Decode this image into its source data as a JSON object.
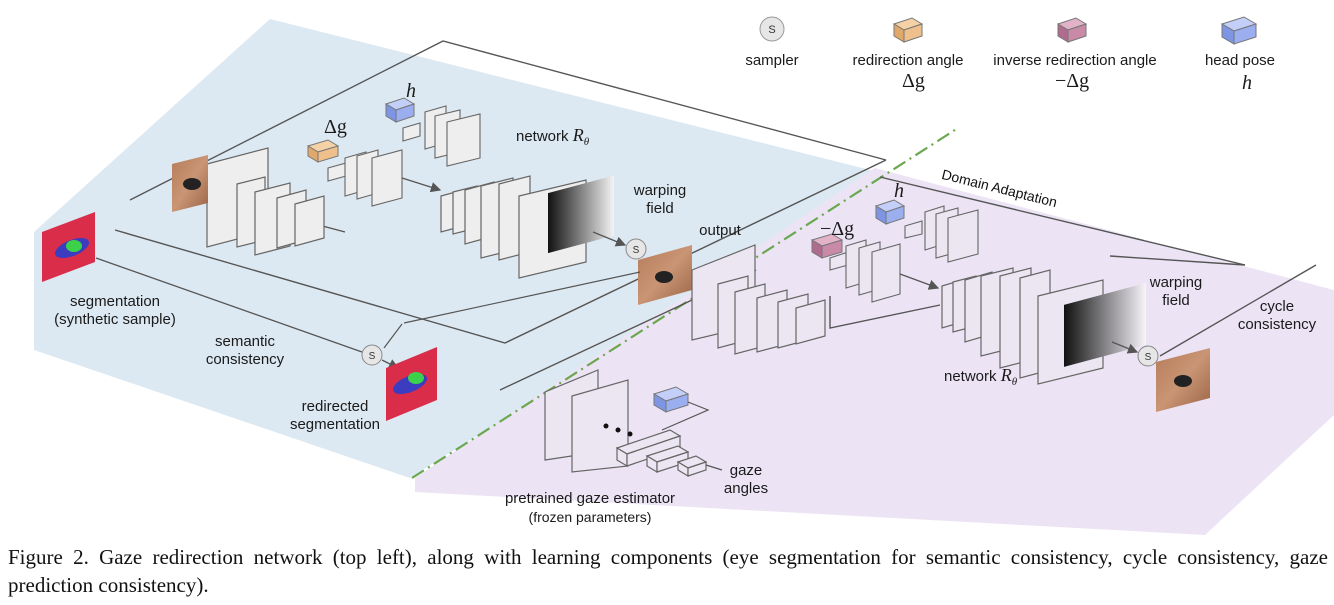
{
  "legend": {
    "sampler_symbol": "S",
    "sampler": "sampler",
    "redirection_angle": "redirection angle",
    "redirection_angle_math": "Δg",
    "inverse_redirection_angle": "inverse redirection angle",
    "inverse_redirection_angle_math": "−Δg",
    "head_pose": "head pose",
    "head_pose_math": "h"
  },
  "colors": {
    "redirection_angle": "#f0c08c",
    "inverse_redirection_angle": "#c98aa8",
    "head_pose": "#9aaef0",
    "left_panel": "#dde9f2",
    "right_panel": "#ece4f5",
    "domain_line": "#6aa84f"
  },
  "left": {
    "h": "h",
    "delta_g": "Δg",
    "network_text": "network",
    "network_math": "R",
    "network_sub": "θ",
    "warping_field_1": "warping",
    "warping_field_2": "field",
    "output": "output",
    "segmentation_1": "segmentation",
    "segmentation_2": "(synthetic sample)",
    "semantic_1": "semantic",
    "semantic_2": "consistency",
    "redirected_1": "redirected",
    "redirected_2": "segmentation"
  },
  "domain_adaptation": "Domain Adaptation",
  "right": {
    "h": "h",
    "neg_delta_g": "−Δg",
    "warping_field_1": "warping",
    "warping_field_2": "field",
    "cycle_1": "cycle",
    "cycle_2": "consistency",
    "network_text": "network",
    "network_math": "R",
    "network_sub": "θ",
    "gaze_1": "gaze",
    "gaze_2": "angles",
    "estimator_1": "pretrained gaze estimator",
    "estimator_2": "(frozen parameters)"
  },
  "caption": "Figure 2. Gaze redirection network (top left), along with learning components (eye segmentation for semantic consistency, cycle consistency, gaze prediction consistency)."
}
